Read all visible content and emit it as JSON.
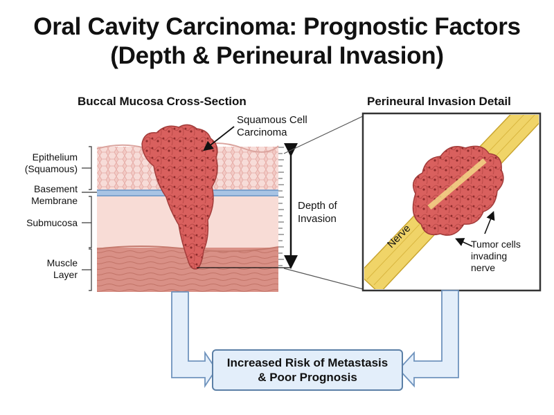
{
  "title": {
    "line1": "Oral Cavity Carcinoma: Prognostic Factors",
    "line2": "(Depth & Perineural Invasion)"
  },
  "left_panel": {
    "heading": "Buccal Mucosa Cross-Section",
    "layers": {
      "epithelium_1": "Epithelium",
      "epithelium_2": "(Squamous)",
      "basement_1": "Basement",
      "basement_2": "Membrane",
      "submucosa": "Submucosa",
      "muscle_1": "Muscle",
      "muscle_2": "Layer"
    },
    "tumor_label_1": "Squamous Cell",
    "tumor_label_2": "Carcinoma",
    "depth_label_1": "Depth of",
    "depth_label_2": "Invasion"
  },
  "right_panel": {
    "heading": "Perineural Invasion Detail",
    "nerve_label": "Nerve",
    "tumor_cells_1": "Tumor cells",
    "tumor_cells_2": "invading",
    "tumor_cells_3": "nerve"
  },
  "outcome": {
    "line1": "Increased Risk of Metastasis",
    "line2": "& Poor Prognosis"
  },
  "colors": {
    "tumor": "#d9605e",
    "epithelium": "#f2c9c4",
    "basement": "#a9c4e4",
    "submucosa": "#f8dcd6",
    "muscle": "#d99086",
    "nerve": "#f0d468",
    "box": "#e3eefa"
  }
}
